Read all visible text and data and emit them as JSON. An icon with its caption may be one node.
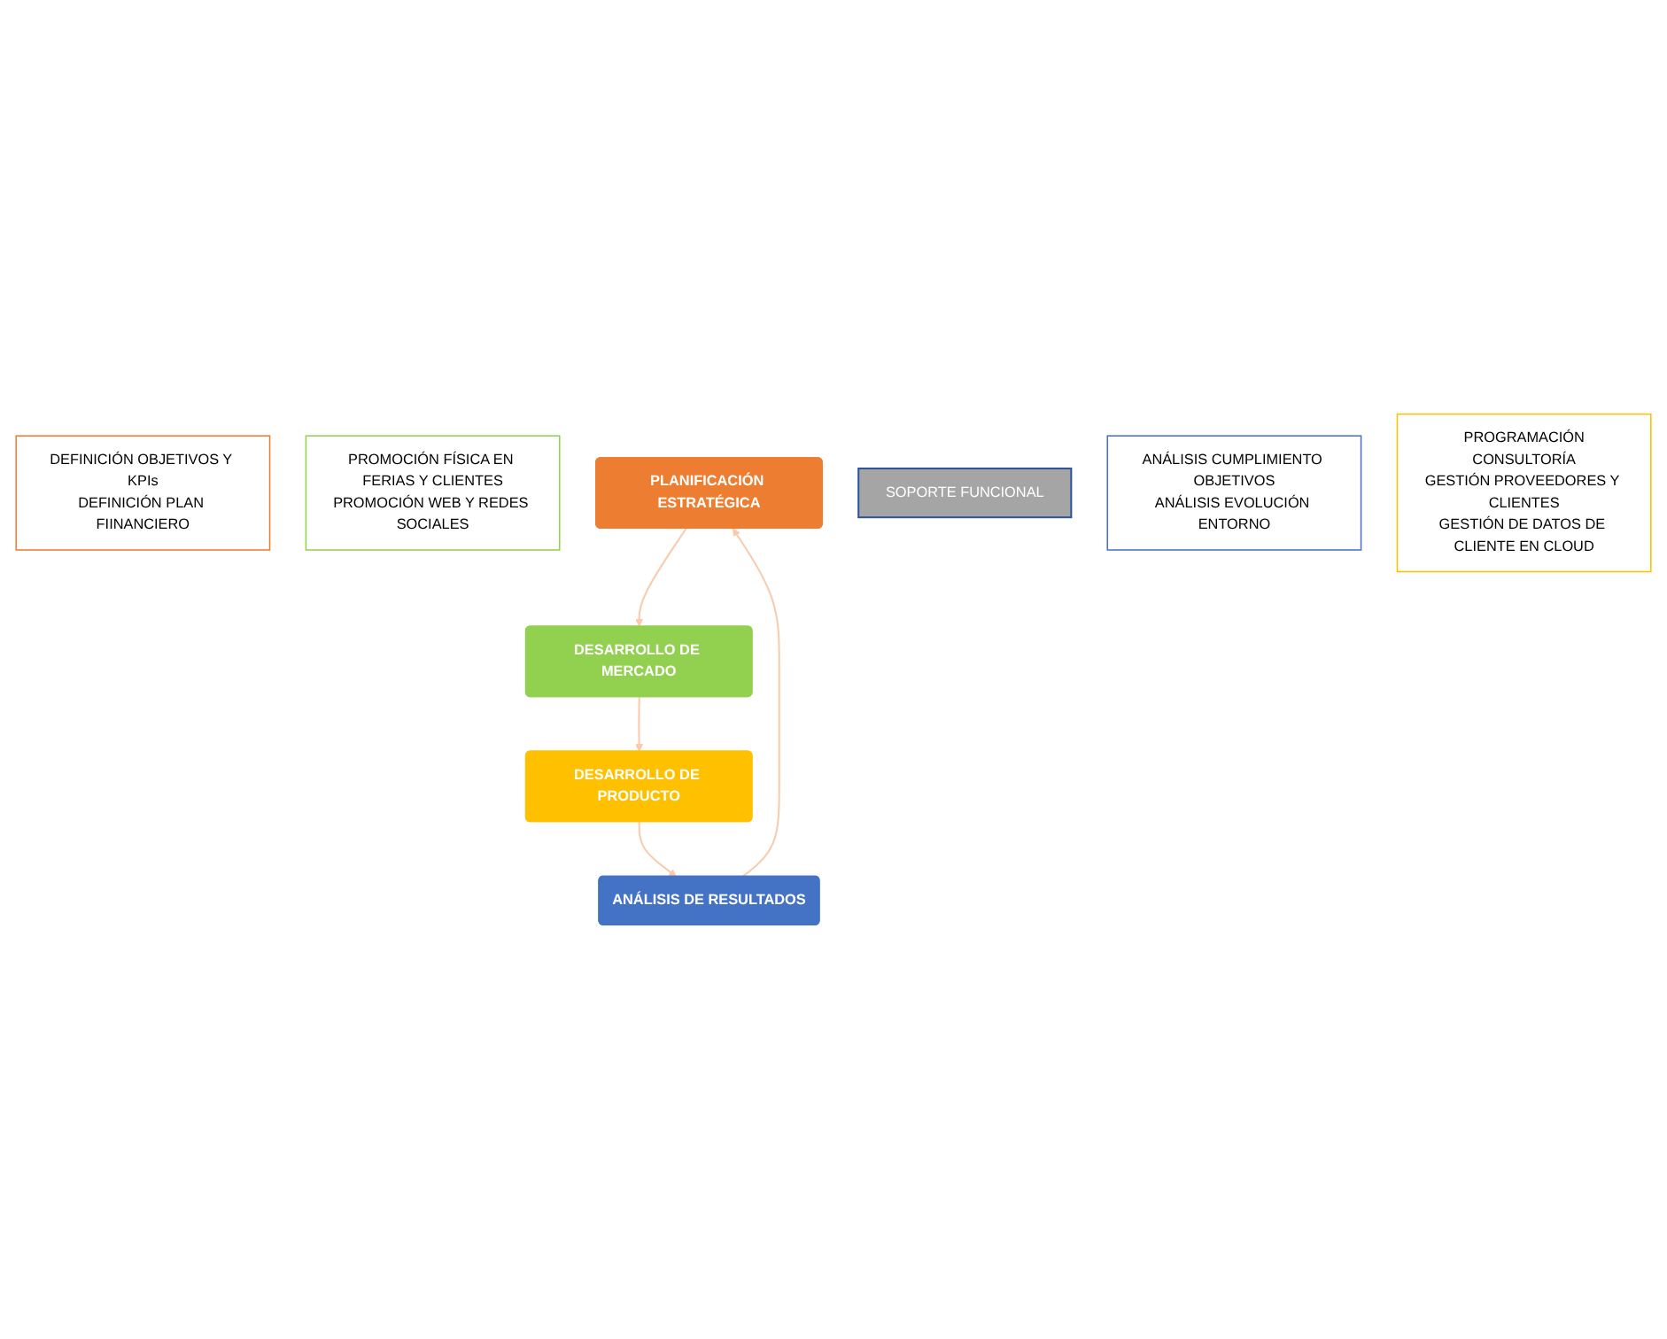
{
  "diagram": {
    "nodes": [
      {
        "text": [
          "DEFINICIÓN OBJETIVOS Y KPIs",
          "DEFINICIÓN PLAN FIINANCIERO"
        ]
      },
      {
        "text": [
          "PROMOCIÓN FÍSICA EN FERIAS Y CLIENTES",
          "PROMOCIÓN WEB Y REDES SOCIALES"
        ]
      },
      {
        "text": [
          "PLANIFICACIÓN ESTRATÉGICA"
        ]
      },
      {
        "text": [
          "DESARROLLO DE MERCADO"
        ]
      },
      {
        "text": [
          "SOPORTE FUNCIONAL"
        ]
      },
      {
        "text": [
          "ANÁLISIS DE RESULTADOS"
        ]
      },
      {
        "text": [
          "DESARROLLO DE PRODUCTO"
        ]
      },
      {
        "text": [
          "ANÁLISIS CUMPLIMIENTO OBJETIVOS",
          "ANÁLISIS EVOLUCIÓN ENTORNO"
        ]
      },
      {
        "text": [
          "PROGRAMACIÓN",
          "CONSULTORÍA",
          "GESTIÓN PROVEEDORES Y CLIENTES",
          "GESTIÓN DE DATOS DE CLIENTE EN CLOUD"
        ]
      }
    ],
    "edges": [
      {
        "from": 2,
        "to": 3,
        "arrow": "to"
      },
      {
        "from": 3,
        "to": 6,
        "arrow": "to"
      },
      {
        "from": 6,
        "to": 5,
        "arrow": "to"
      },
      {
        "from": 5,
        "to": 2,
        "arrow": "to"
      }
    ]
  }
}
